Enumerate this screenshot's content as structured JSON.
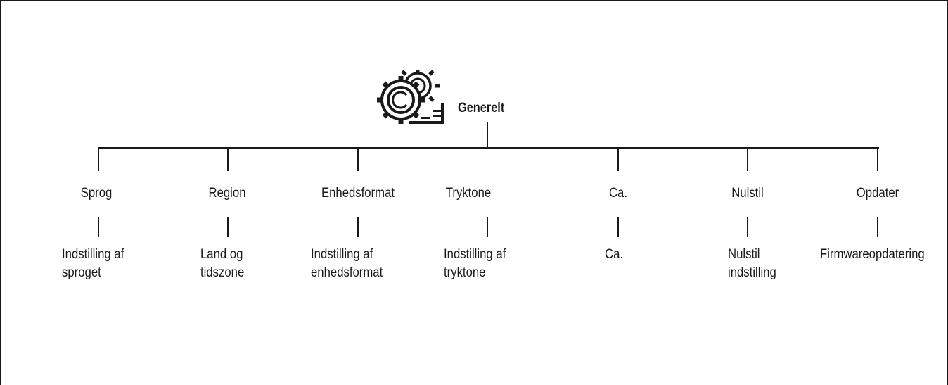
{
  "root": {
    "label": "Generelt",
    "icon": "gears-settings-icon"
  },
  "categories": [
    {
      "label": "Sprog",
      "desc": "Indstilling af\nsproget"
    },
    {
      "label": "Region",
      "desc": "Land og\ntidszone"
    },
    {
      "label": "Enhedsformat",
      "desc": "Indstilling af\nenhedsformat"
    },
    {
      "label": "Tryktone",
      "desc": "Indstilling af\ntryktone"
    },
    {
      "label": "Ca.",
      "desc": "Ca."
    },
    {
      "label": "Nulstil",
      "desc": "Nulstil\nindstilling"
    },
    {
      "label": "Opdater",
      "desc": "Firmwareopdatering"
    }
  ]
}
